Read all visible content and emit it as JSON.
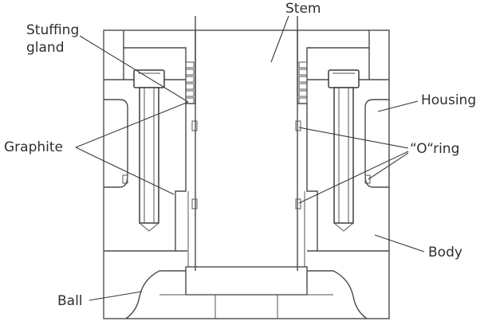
{
  "labels": {
    "stem": "Stem",
    "stuffing_gland_line1": "Stuffing",
    "stuffing_gland_line2": "gland",
    "housing": "Housing",
    "graphite": "Graphite",
    "o_ring": "“O“ring",
    "body": "Body",
    "ball": "Ball"
  }
}
